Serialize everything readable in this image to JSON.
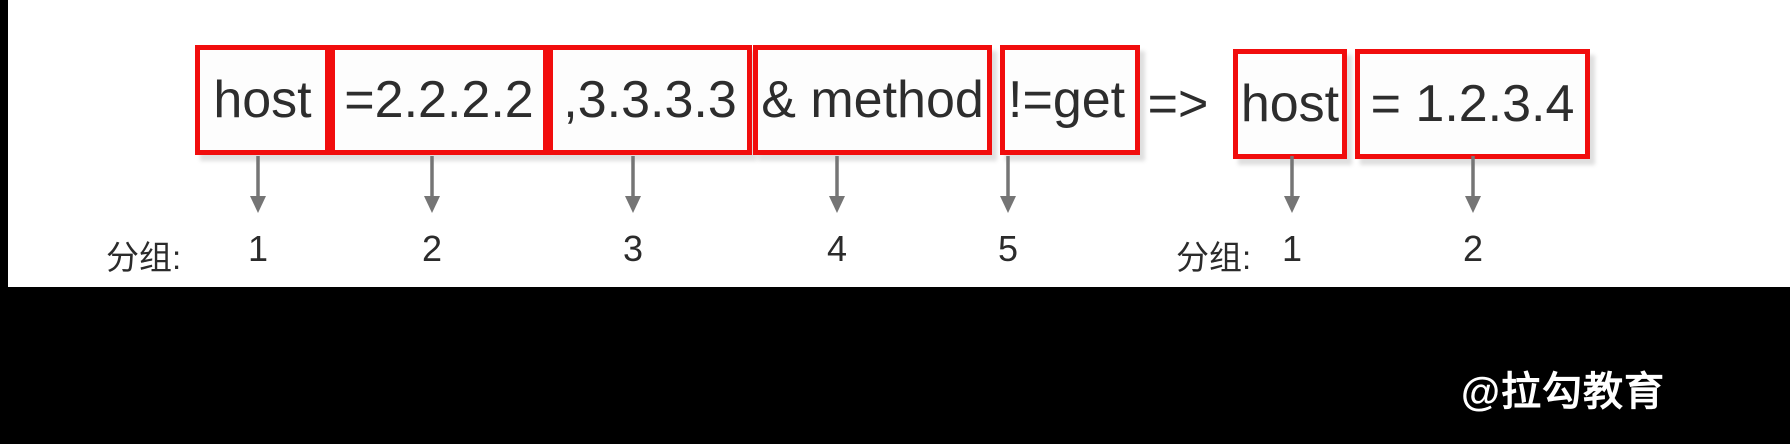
{
  "diagram": {
    "description": "Rule expression tokenization showing match groups",
    "tokens": [
      {
        "text": "host",
        "boxed": true,
        "group": "1"
      },
      {
        "text": "=2.2.2.2",
        "boxed": true,
        "group": "2"
      },
      {
        "text": ",3.3.3.3",
        "boxed": true,
        "group": "3"
      },
      {
        "text": "& method",
        "boxed": true,
        "group": "4"
      },
      {
        "text": "!=get",
        "boxed": true,
        "group": "5"
      },
      {
        "text": "=>",
        "boxed": false,
        "group": null
      },
      {
        "text": "host",
        "boxed": true,
        "group": "1"
      },
      {
        "text": "= 1.2.3.4",
        "boxed": true,
        "group": "2"
      }
    ],
    "left_group": {
      "label": "分组:",
      "numbers": [
        "1",
        "2",
        "3",
        "4",
        "5"
      ]
    },
    "right_group": {
      "label": "分组:",
      "numbers": [
        "1",
        "2"
      ]
    }
  },
  "watermark": {
    "text": "@拉勾教育"
  },
  "colors": {
    "box_border_red": "#f10d0d",
    "text_dark": "#2d2d2d",
    "arrow_gray": "#757575",
    "bar_black": "#000000",
    "background": "#ffffff"
  }
}
